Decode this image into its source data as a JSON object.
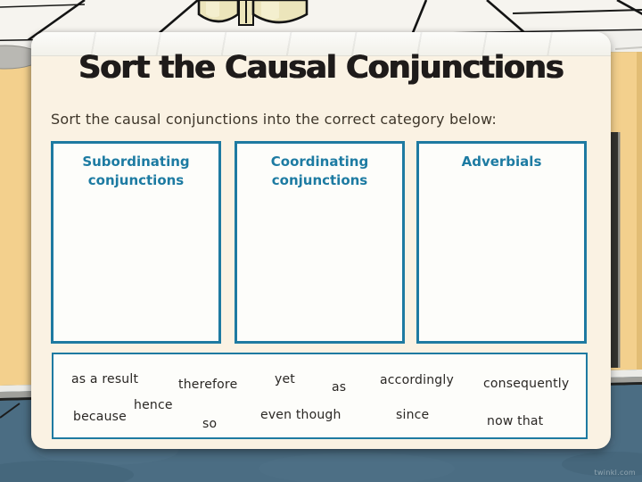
{
  "slide": {
    "title": "Sort the Causal Conjunctions",
    "instruction": "Sort the causal conjunctions into the correct category below:",
    "categories": [
      {
        "id": "subordinating",
        "label": "Subordinating conjunctions"
      },
      {
        "id": "coordinating",
        "label": "Coordinating conjunctions"
      },
      {
        "id": "adverbials",
        "label": "Adverbials"
      }
    ],
    "word_bank": [
      "as a result",
      "therefore",
      "yet",
      "as",
      "accordingly",
      "consequently",
      "because",
      "hence",
      "so",
      "even though",
      "since",
      "now that"
    ]
  },
  "scene": {
    "watermark": "twinkl.com"
  },
  "colors": {
    "accent_teal": "#1e7aa1",
    "card_cream": "#faf2e3",
    "title_black": "#1e1b1a",
    "text_dark": "#3e362a",
    "wall_yellow": "#f3d08d",
    "ceiling_white": "#f6f4ef",
    "floor_slate": "#4b6d83",
    "lamp_yellow": "#ece5bb"
  }
}
